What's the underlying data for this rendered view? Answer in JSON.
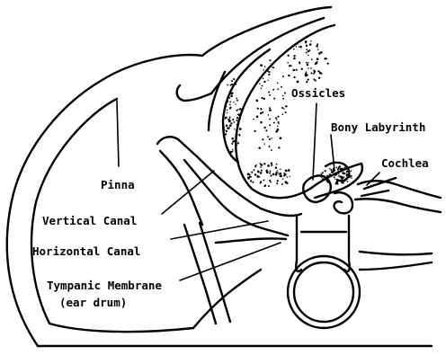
{
  "diagram": {
    "labels": {
      "pinna": "Pinna",
      "ossicles": "Ossicles",
      "bony_labyrinth": "Bony Labyrinth",
      "cochlea": "Cochlea",
      "vertical_canal": "Vertical Canal",
      "horizontal_canal": "Horizontal Canal",
      "tympanic_line1": "Tympanic Membrane",
      "tympanic_line2": "(ear drum)"
    }
  }
}
